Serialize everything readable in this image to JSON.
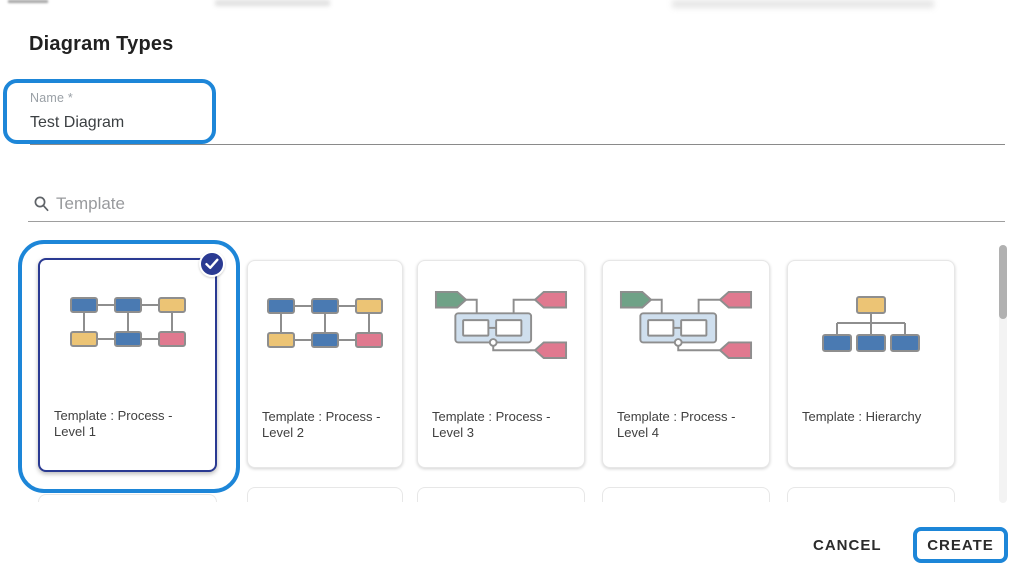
{
  "dialog": {
    "title": "Diagram Types",
    "name_field": {
      "label": "Name *",
      "value": "Test Diagram"
    },
    "search_field": {
      "placeholder": "Template",
      "icon": "search-icon"
    },
    "templates": [
      {
        "label": "Template : Process - Level 1",
        "thumbnail": "process-flow",
        "selected": true
      },
      {
        "label": "Template : Process - Level 2",
        "thumbnail": "process-flow",
        "selected": false
      },
      {
        "label": "Template : Process - Level 3",
        "thumbnail": "nested-process",
        "selected": false
      },
      {
        "label": "Template : Process - Level 4",
        "thumbnail": "nested-process",
        "selected": false
      },
      {
        "label": "Template : Hierarchy",
        "thumbnail": "hierarchy",
        "selected": false
      }
    ],
    "actions": {
      "cancel_label": "CANCEL",
      "create_label": "CREATE"
    },
    "colors": {
      "annotation-blue": "#1d86d8",
      "selection-navy": "#2a3a92",
      "shape-blue": "#4a7ab2",
      "shape-yellow": "#ecc475",
      "shape-pink": "#e0798f",
      "shape-green": "#6fa287",
      "shape-lightblue": "#cfdfee",
      "shape-stroke": "#8e8e8e"
    }
  }
}
